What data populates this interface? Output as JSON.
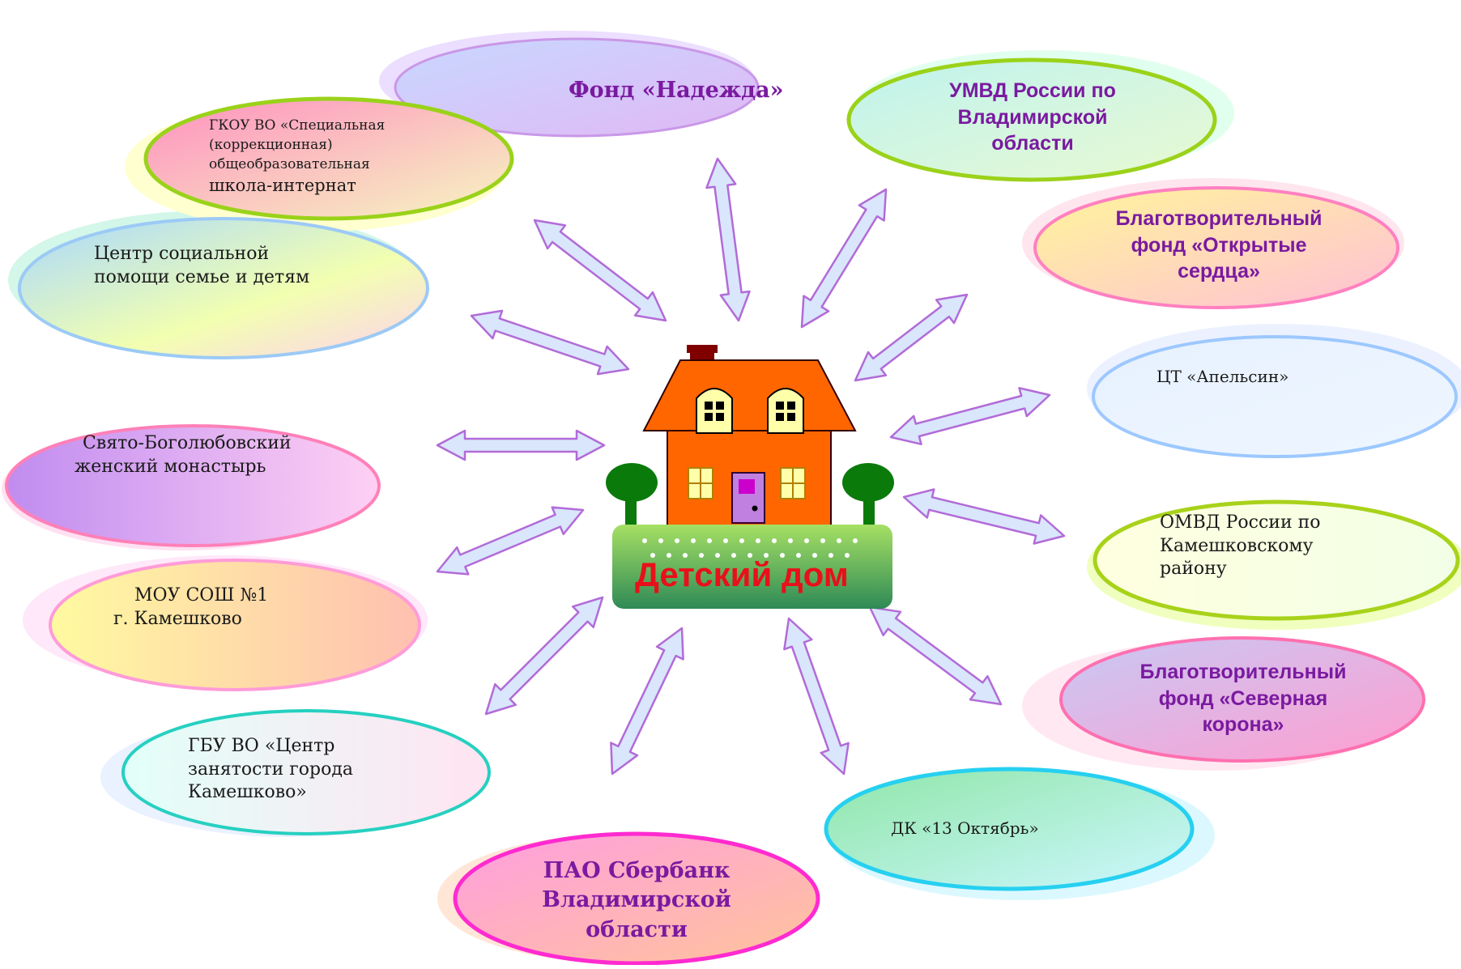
{
  "center": {
    "title": "Детский дом"
  },
  "partners": [
    {
      "id": "hope",
      "lines": [
        "Фонд «Надежда»"
      ]
    },
    {
      "id": "umvd",
      "lines": [
        "УМВД  России по",
        "Владимирской",
        "области"
      ]
    },
    {
      "id": "open_hearts",
      "lines": [
        "Благотворительный",
        "фонд «Открытые",
        "сердца»"
      ]
    },
    {
      "id": "orange",
      "lines": [
        "ЦТ «Апельсин»"
      ]
    },
    {
      "id": "omvd",
      "lines": [
        "ОМВД России по",
        "Камешковскому",
        "району"
      ]
    },
    {
      "id": "north_crown",
      "lines": [
        "Благотворительный",
        "фонд «Северная",
        "корона»"
      ]
    },
    {
      "id": "dk",
      "lines": [
        "ДК «13 Октябрь»"
      ]
    },
    {
      "id": "sber",
      "lines": [
        "ПАО Сбербанк",
        "Владимирской",
        "области"
      ]
    },
    {
      "id": "employment",
      "lines": [
        "ГБУ ВО «Центр",
        "занятости города",
        "Камешково»"
      ]
    },
    {
      "id": "school1",
      "lines": [
        "МОУ СОШ №1",
        "г. Камешково"
      ]
    },
    {
      "id": "convent",
      "lines": [
        "Свято-Боголюбовский",
        "женский монастырь"
      ]
    },
    {
      "id": "social_center",
      "lines": [
        "Центр социальной",
        "помощи семье и детям"
      ]
    },
    {
      "id": "boarding_school",
      "lines": [
        "ГКОУ ВО «Специальная",
        "(коррекционная)",
        "общеобразовательная",
        "школа-интернат"
      ]
    }
  ],
  "colors": {
    "arrow_fill": "#d9e6fb",
    "arrow_stroke": "#b26bd8",
    "center_text": "#e8101a",
    "house_wall": "#ff6600",
    "house_roof": "#ff6600",
    "window": "#ffffaa",
    "door": "#c080e0",
    "tree": "#0a7a0a",
    "purple_text": "#7a1aa0"
  }
}
